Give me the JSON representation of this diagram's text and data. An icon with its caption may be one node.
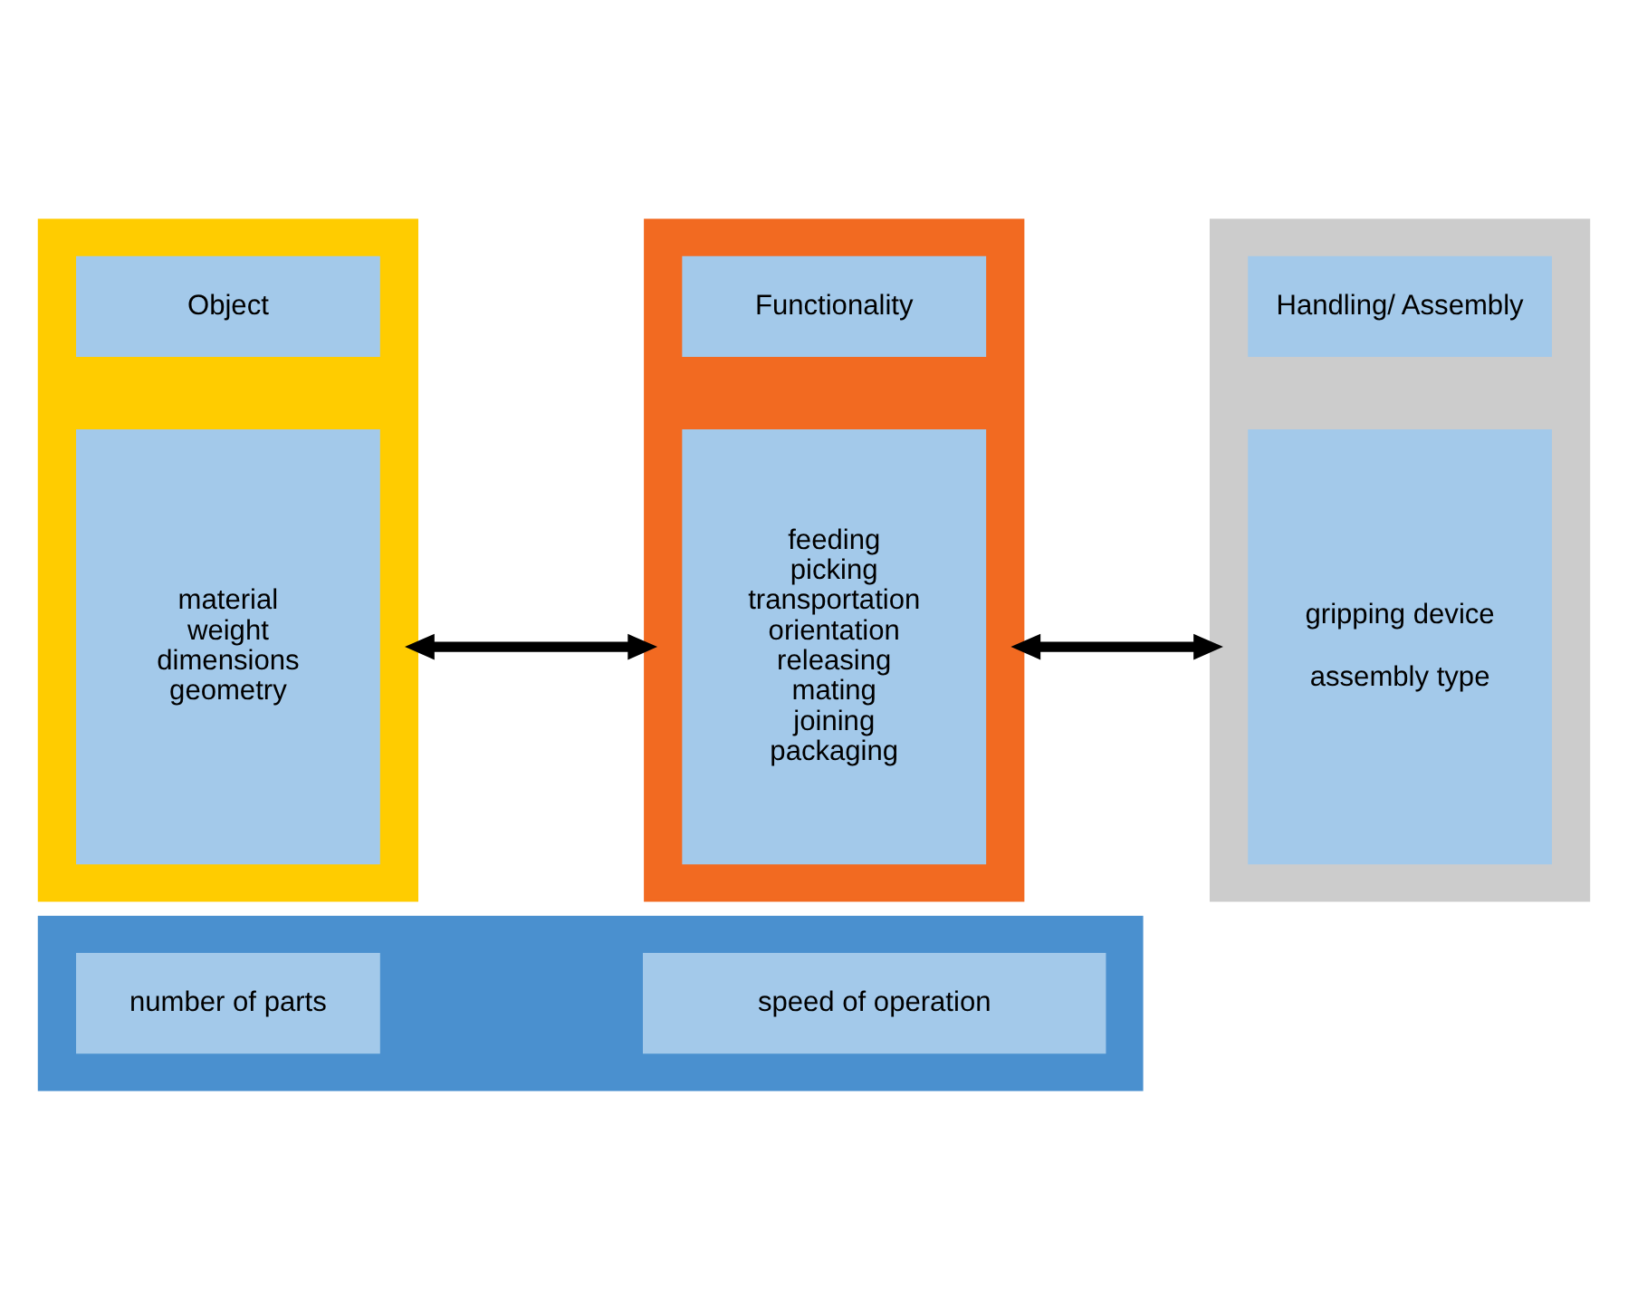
{
  "diagram": {
    "nodes": [
      {
        "text": [],
        "shape": "box"
      },
      {
        "text": [
          "Object"
        ],
        "in": 0
      },
      {
        "text": [
          "material weight dimensions geometry"
        ],
        "in": 0
      },
      {
        "text": [],
        "shape": "box"
      },
      {
        "text": [
          "Functionality"
        ],
        "in": 3
      },
      {
        "text": [
          "feeding picking transportation orientation releasing mating joining packaging"
        ],
        "in": 3
      },
      {
        "text": [],
        "shape": "box"
      },
      {
        "text": [
          "Handling/ Assembly"
        ],
        "in": 6
      },
      {
        "text": [
          "gripping device",
          "assembly type"
        ],
        "in": 6
      },
      {
        "text": [],
        "shape": "box"
      },
      {
        "text": [
          "number of parts"
        ],
        "in": 9
      },
      {
        "text": [
          "speed of operation"
        ],
        "in": 9
      }
    ],
    "edges": [
      {
        "from": 0,
        "to": 3,
        "arrow": "both"
      },
      {
        "from": 3,
        "to": 6,
        "arrow": "both"
      }
    ]
  }
}
